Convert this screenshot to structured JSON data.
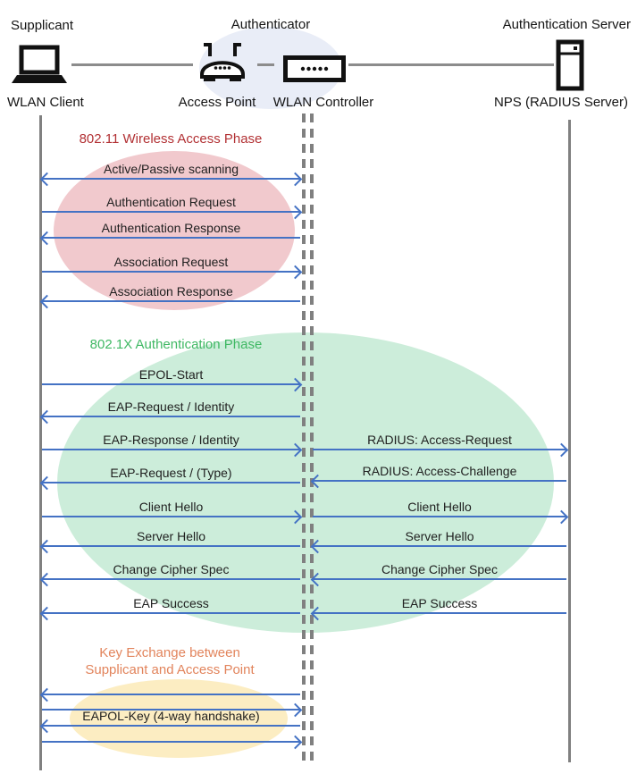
{
  "actors": {
    "supplicant": {
      "role": "Supplicant",
      "device": "WLAN Client"
    },
    "authenticator": {
      "role": "Authenticator",
      "access_point": "Access Point",
      "controller": "WLAN Controller"
    },
    "authentication_server": {
      "role": "Authentication Server",
      "device": "NPS (RADIUS Server)"
    }
  },
  "phase1": {
    "title": "802.11 Wireless Access Phase",
    "messages": [
      {
        "label": "Active/Passive scanning",
        "direction": "both"
      },
      {
        "label": "Authentication Request",
        "direction": "right"
      },
      {
        "label": "Authentication Response",
        "direction": "left"
      },
      {
        "label": "Association Request",
        "direction": "right"
      },
      {
        "label": "Association Response",
        "direction": "left"
      }
    ]
  },
  "phase2": {
    "title": "802.1X Authentication Phase",
    "client_messages": [
      {
        "label": "EPOL-Start",
        "direction": "right"
      },
      {
        "label": "EAP-Request / Identity",
        "direction": "left"
      },
      {
        "label": "EAP-Response / Identity",
        "direction": "right"
      },
      {
        "label": "EAP-Request / (Type)",
        "direction": "left"
      },
      {
        "label": "Client Hello",
        "direction": "right"
      },
      {
        "label": "Server Hello",
        "direction": "left"
      },
      {
        "label": "Change Cipher Spec",
        "direction": "left"
      },
      {
        "label": "EAP Success",
        "direction": "left"
      }
    ],
    "server_messages": [
      {
        "label": "RADIUS: Access-Request",
        "direction": "right"
      },
      {
        "label": "RADIUS: Access-Challenge",
        "direction": "left"
      },
      {
        "label": "Client Hello",
        "direction": "right"
      },
      {
        "label": "Server Hello",
        "direction": "left"
      },
      {
        "label": "Change Cipher Spec",
        "direction": "left"
      },
      {
        "label": "EAP Success",
        "direction": "left"
      }
    ]
  },
  "phase3": {
    "title_line1": "Key Exchange between",
    "title_line2": "Supplicant and Access Point",
    "handshake_label": "EAPOL-Key (4-way handshake)",
    "arrow_directions": [
      "left",
      "right",
      "left",
      "right"
    ]
  },
  "colors": {
    "arrow": "#4472C4",
    "phase1_title": "#B23134",
    "phase1_ellipse": "#F1C9CD",
    "phase2_title": "#3FB863",
    "phase2_ellipse": "#CCEDDA",
    "phase3_title": "#E2845C",
    "phase3_ellipse": "#FCEDC2",
    "authenticator_ellipse": "#E9EDF7",
    "lifeline": "#808080"
  }
}
